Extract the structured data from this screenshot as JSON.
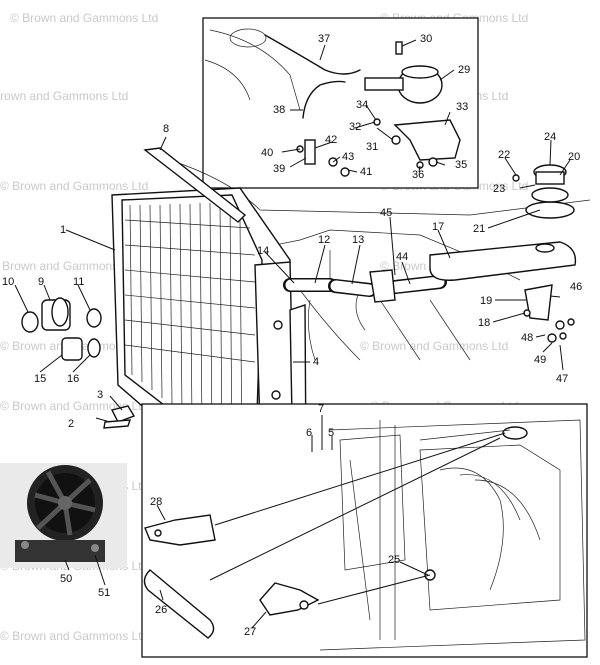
{
  "watermark": "© Brown and Gammons Ltd",
  "callouts": [
    "1",
    "2",
    "3",
    "4",
    "5",
    "6",
    "7",
    "8",
    "9",
    "10",
    "11",
    "12",
    "13",
    "14",
    "15",
    "16",
    "17",
    "18",
    "19",
    "20",
    "21",
    "22",
    "23",
    "24",
    "25",
    "26",
    "27",
    "28",
    "29",
    "30",
    "31",
    "32",
    "33",
    "34",
    "35",
    "36",
    "37",
    "38",
    "39",
    "40",
    "41",
    "42",
    "43",
    "44",
    "45",
    "46",
    "47",
    "48",
    "49",
    "50",
    "51"
  ]
}
